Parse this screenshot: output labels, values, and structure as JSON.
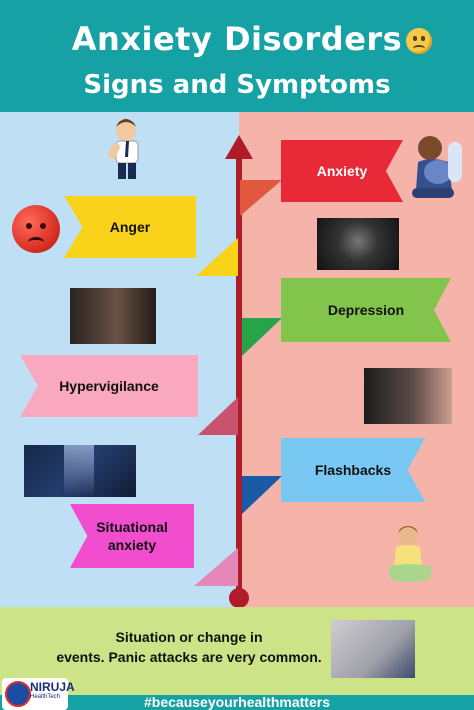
{
  "header": {
    "title": "Anxiety Disorders",
    "subtitle": "Signs and Symptoms",
    "emoji_icon": "sad-face-emoji-icon",
    "background": "#16a1a5"
  },
  "timeline": {
    "left_background": "#bfe0f4",
    "right_background": "#f6b3aa",
    "pole_color": "#b01b2a",
    "left_flags": [
      {
        "label": "Anger",
        "color": "#f8d31a"
      },
      {
        "label": "Hypervigilance",
        "color": "#f9a8c0"
      },
      {
        "label_line1": "Situational",
        "label_line2": "anxiety",
        "color": "#f24ccf"
      }
    ],
    "right_flags": [
      {
        "label": "Anxiety",
        "color": "#e82937"
      },
      {
        "label": "Depression",
        "color": "#83c44c"
      },
      {
        "label": "Flashbacks",
        "color": "#79c7f3"
      }
    ]
  },
  "footer": {
    "text_line1": "Situation or change in",
    "text_line2": "events. Panic attacks are very  common.",
    "hashtag": "#becauseyourhealthmatters",
    "logo": {
      "name": "NIRUJA",
      "tagline": "HealthTech"
    },
    "background": "#cde388"
  }
}
